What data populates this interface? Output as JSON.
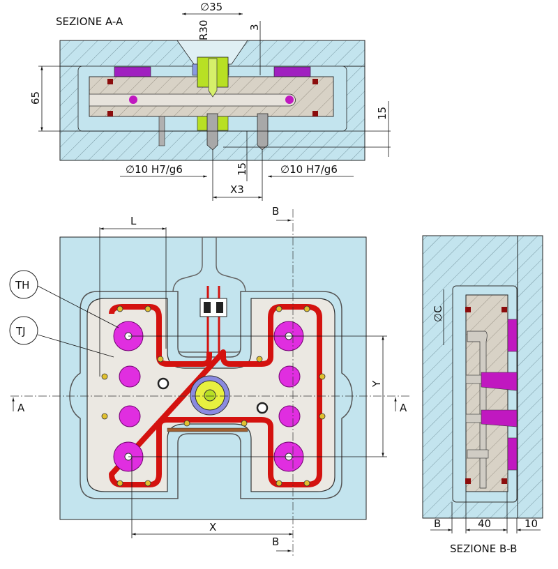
{
  "section_aa": {
    "title": "SEZIONE A-A",
    "dim_diameter_35": "∅35",
    "dim_radius": "R30",
    "dim_3": "3",
    "dim_65": "65",
    "dim_15_right": "15",
    "dim_fit_left": "∅10 H7/g6",
    "dim_fit_right": "∅10 H7/g6",
    "dim_15_bottom": "15",
    "dim_x3": "X3"
  },
  "plan_view": {
    "dim_l": "L",
    "section_mark_top": "B",
    "section_mark_bottom": "B",
    "callout_th": "TH",
    "callout_tj": "TJ",
    "dim_y": "Y",
    "section_mark_left": "A",
    "section_mark_right": "A",
    "dim_x": "X"
  },
  "section_bb": {
    "title": "SEZIONE B-B",
    "dim_c": "∅C",
    "dim_b": "B",
    "dim_40": "40",
    "dim_10": "10"
  },
  "colors": {
    "plate": "#c3e4ee",
    "manifold": "#d8d2c6",
    "heater": "#d4120f",
    "nozzle": "#e02ee0",
    "bushing": "#b8e024",
    "seal": "#8b0c0c"
  }
}
